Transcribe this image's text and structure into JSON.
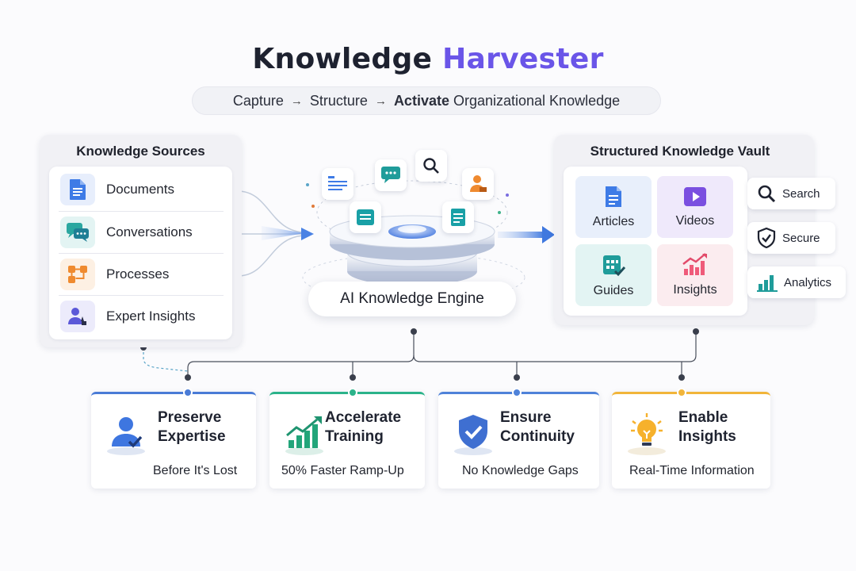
{
  "header": {
    "title_part1": "Knowledge",
    "title_part2": "Harvester",
    "subtitle": {
      "step1": "Capture",
      "arrow": "→",
      "step2": "Structure",
      "step3": "Activate",
      "rest": "Organizational Knowledge"
    }
  },
  "sources": {
    "title": "Knowledge Sources",
    "items": [
      {
        "label": "Documents",
        "icon": "document-icon"
      },
      {
        "label": "Conversations",
        "icon": "chat-icon"
      },
      {
        "label": "Processes",
        "icon": "flow-icon"
      },
      {
        "label": "Expert Insights",
        "icon": "expert-icon"
      }
    ]
  },
  "engine": {
    "label": "AI Knowledge Engine"
  },
  "vault": {
    "title": "Structured Knowledge Vault",
    "tiles": [
      {
        "label": "Articles",
        "icon": "article-icon"
      },
      {
        "label": "Videos",
        "icon": "video-icon"
      },
      {
        "label": "Guides",
        "icon": "guide-icon"
      },
      {
        "label": "Insights",
        "icon": "insights-chart-icon"
      }
    ],
    "chips": [
      {
        "label": "Search",
        "icon": "search-icon"
      },
      {
        "label": "Secure",
        "icon": "shield-icon"
      },
      {
        "label": "Analytics",
        "icon": "bar-chart-icon"
      }
    ]
  },
  "benefits": [
    {
      "line1": "Preserve",
      "line2": "Expertise",
      "sub": "Before It's Lost",
      "color": "#4a7bd6",
      "icon": "person-check-icon"
    },
    {
      "line1": "Accelerate",
      "line2": "Training",
      "sub": "50% Faster Ramp-Up",
      "color": "#2bb38a",
      "icon": "growth-chart-icon"
    },
    {
      "line1": "Ensure",
      "line2": "Continuity",
      "sub": "No Knowledge Gaps",
      "color": "#4f82d9",
      "icon": "shield-check-icon"
    },
    {
      "line1": "Enable",
      "line2": "Insights",
      "sub": "Real-Time Information",
      "color": "#f1b53a",
      "icon": "lightbulb-icon"
    }
  ]
}
